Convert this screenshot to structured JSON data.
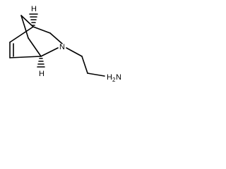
{
  "molecule": {
    "atoms": {
      "ring_nitrogen": "N",
      "amine_h": "H",
      "amine_n": "N",
      "amine_sub": "2",
      "stereo_h_top": "H",
      "stereo_h_bottom": "H"
    }
  }
}
